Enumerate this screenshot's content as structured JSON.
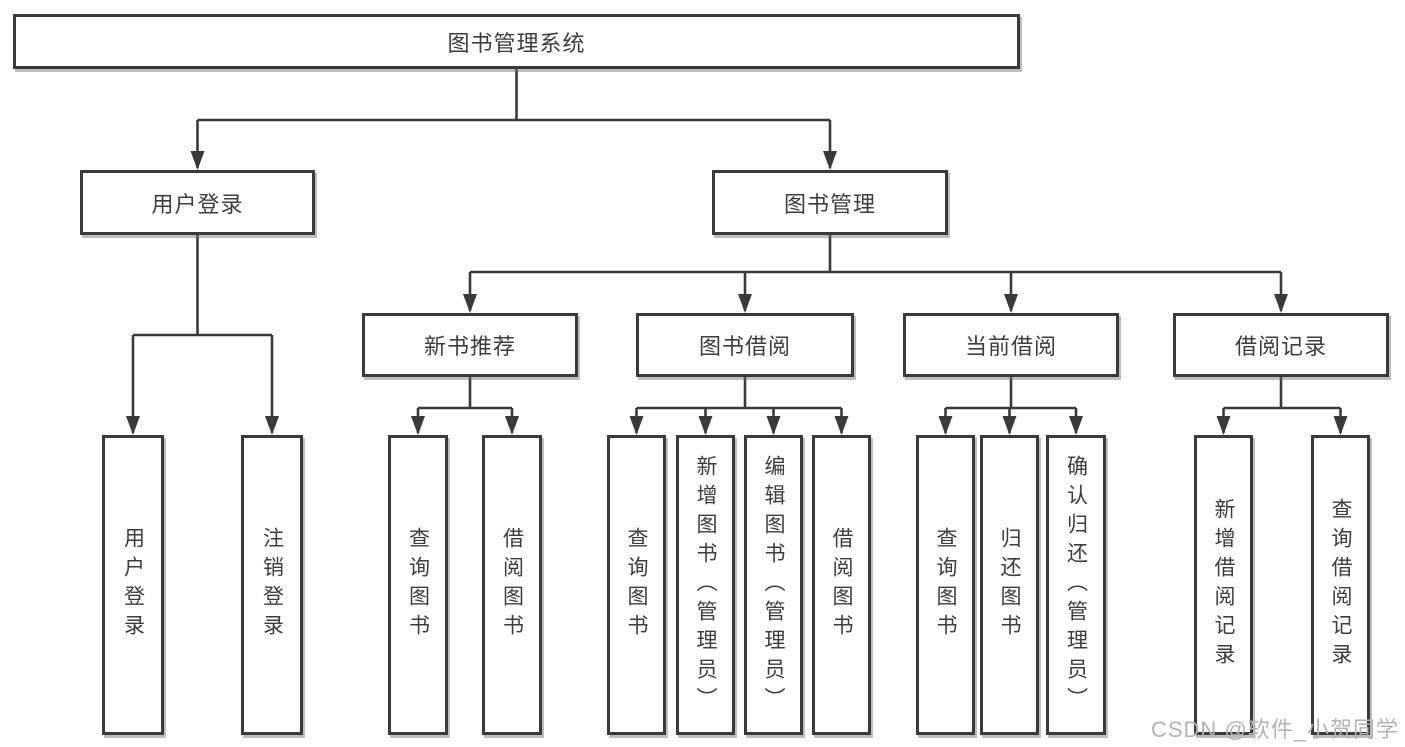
{
  "tree": {
    "root": {
      "label": "图书管理系统"
    },
    "branches": [
      {
        "label": "用户登录",
        "leaves": [
          {
            "label": "用户登录"
          },
          {
            "label": "注销登录"
          }
        ]
      },
      {
        "label": "图书管理",
        "groups": [
          {
            "label": "新书推荐",
            "leaves": [
              {
                "label": "查询图书"
              },
              {
                "label": "借阅图书"
              }
            ]
          },
          {
            "label": "图书借阅",
            "leaves": [
              {
                "label": "查询图书"
              },
              {
                "label": "新增图书（管理员）"
              },
              {
                "label": "编辑图书（管理员）"
              },
              {
                "label": "借阅图书"
              }
            ]
          },
          {
            "label": "当前借阅",
            "leaves": [
              {
                "label": "查询图书"
              },
              {
                "label": "归还图书"
              },
              {
                "label": "确认归还（管理员）"
              }
            ]
          },
          {
            "label": "借阅记录",
            "leaves": [
              {
                "label": "新增借阅记录"
              },
              {
                "label": "查询借阅记录"
              }
            ]
          }
        ]
      }
    ]
  },
  "watermark": "CSDN @软件_小贺同学",
  "colors": {
    "background": "#ffffff",
    "line": "#3a3a3a",
    "box_border": "#3a3a3a",
    "text": "#3d3d3d",
    "watermark": "#b3b3b3"
  }
}
